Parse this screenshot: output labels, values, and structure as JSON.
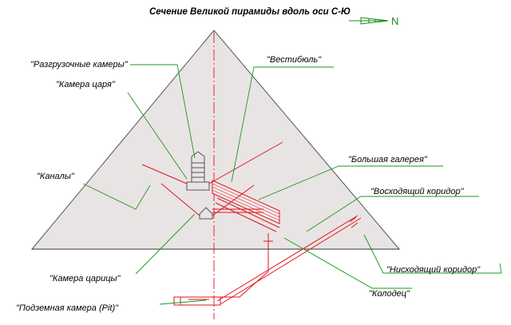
{
  "title": "Сечение Великой пирамиды  вдоль оси С-Ю",
  "compass": {
    "label": "N",
    "color": "#1a8a1a"
  },
  "colors": {
    "pyramid_fill": "#e9e4e4",
    "passages": "#e0141e",
    "leaders": "#1a9a1a",
    "axis": "#e0141e"
  },
  "labels": {
    "relieving_chambers": "\"Разгрузочные камеры\"",
    "kings_chamber": "\"Камера царя\"",
    "shafts": "\"Каналы\"",
    "queens_chamber": "\"Камера царицы\"",
    "pit": "\"Подземная камера (Pit)\"",
    "antechamber": "\"Вестибюль\"",
    "grand_gallery": "\"Большая галерея\"",
    "ascending_corridor": "\"Восходящий коридор\"",
    "descending_corridor": "\"Нисходящий коридор\"",
    "well": "\"Колодец\""
  }
}
